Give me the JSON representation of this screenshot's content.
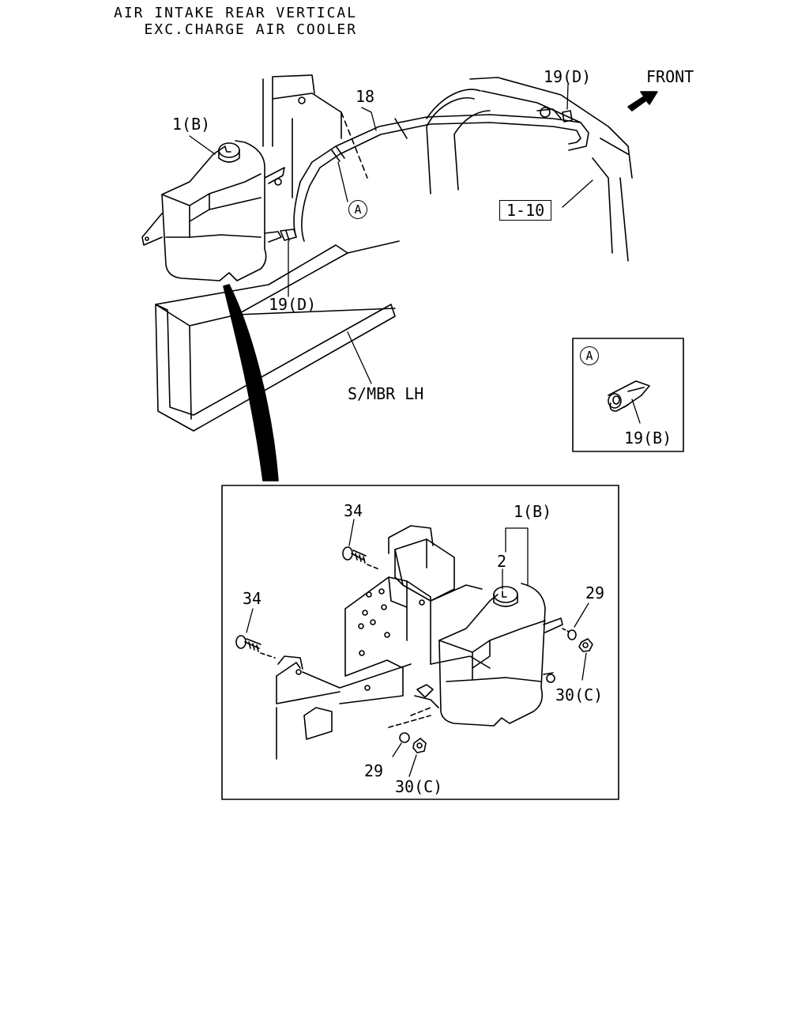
{
  "header": {
    "line1": "AIR INTAKE REAR VERTICAL",
    "line2": "EXC.CHARGE AIR COOLER"
  },
  "labels": {
    "front": "FRONT",
    "hose": "18",
    "tank_upper": "1(B)",
    "clip_top": "19(D)",
    "clip_tank": "19(D)",
    "ref_box": "1-10",
    "callout_a": "A",
    "side_member": "S/MBR LH",
    "detail_a_title": "A",
    "detail_a_clip": "19(B)",
    "tank_lower": "1(B)",
    "cap": "2",
    "bolt_upper": "34",
    "bolt_lower": "34",
    "washer_right": "29",
    "nut_right": "30(C)",
    "washer_bottom": "29",
    "nut_bottom": "30(C)"
  }
}
